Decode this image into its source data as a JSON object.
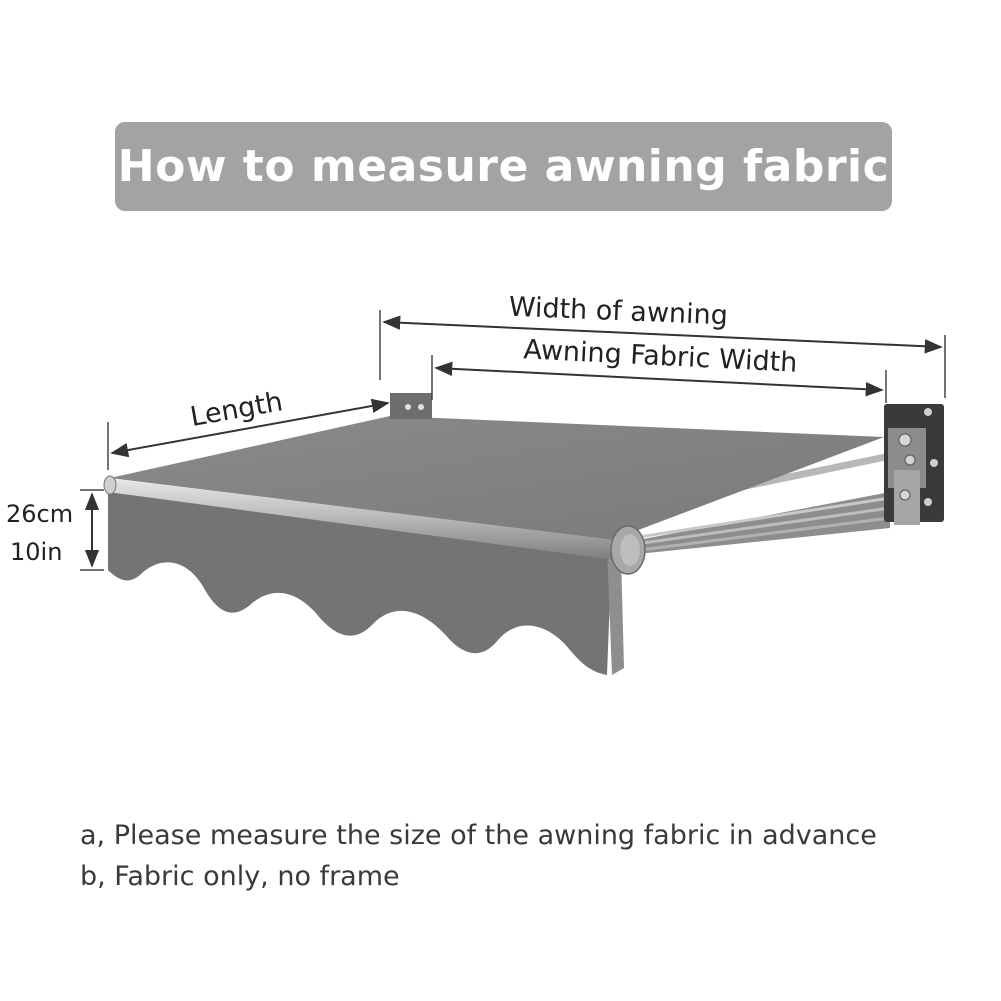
{
  "title": "How to measure awning fabric",
  "labels": {
    "width_of_awning": "Width of awning",
    "awning_fabric_width": "Awning Fabric Width",
    "length": "Length",
    "valance_cm": "26cm",
    "valance_in": "10in"
  },
  "notes": [
    "a, Please measure the size of the awning fabric in advance",
    "b, Fabric only, no frame"
  ],
  "colors": {
    "banner": "#a3a3a3",
    "fabric": "#7c7c7c",
    "frame": "#9a9a9a",
    "text": "#3a3a3a"
  }
}
